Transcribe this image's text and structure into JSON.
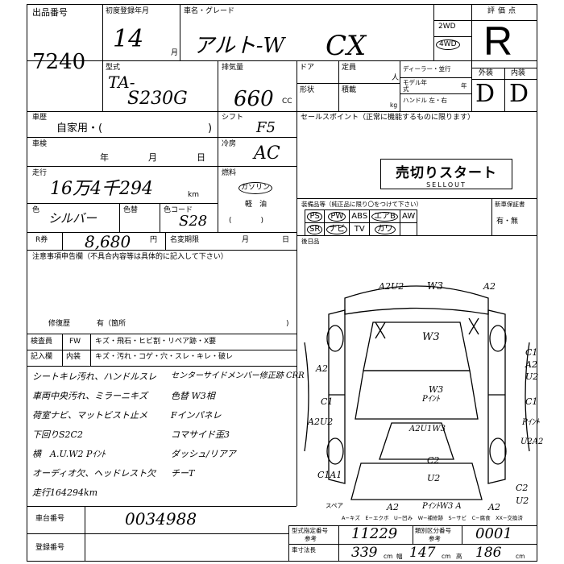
{
  "header": {
    "lot_label": "出品番号",
    "lot_number": "7240",
    "first_reg_label": "初度登録年月",
    "reg_year": "14",
    "month_unit": "月",
    "model_label": "車名・グレード",
    "model_name": "アルト-W",
    "grade": "CX",
    "drive_2wd": "2WD",
    "drive_4wd": "4WD",
    "score_label": "評価点",
    "score": "R",
    "exterior_label": "外装",
    "interior_label": "内装",
    "exterior_grade": "D",
    "interior_grade": "D"
  },
  "row2": {
    "type_label": "型式",
    "type_prefix": "TA-",
    "type_code": "S230G",
    "displacement_label": "排気量",
    "displacement": "660",
    "cc_unit": "CC",
    "door_label": "ドア",
    "capacity_label": "定員",
    "person_unit": "人",
    "shape_label": "形状",
    "load_label": "積載",
    "kg_unit": "kg",
    "dealer_label": "ディーラー・並行",
    "model_year_label": "モデル年式",
    "year_unit": "年",
    "handle_label": "ハンドル 左・右"
  },
  "history": {
    "history_label": "車歴",
    "history_value": "自家用・(",
    "history_close": ")",
    "shift_label": "シフト",
    "shift_value": "F5",
    "sales_label": "セールスポイント（正常に機能するものに限ります）",
    "inspection_label": "車検",
    "year_word": "年",
    "month_word": "月",
    "day_word": "日",
    "ac_label": "冷房",
    "ac_value": "AC",
    "mileage_label": "走行",
    "mileage_value": "16万4千294",
    "km_unit": "km",
    "fuel_label": "燃料",
    "fuel_gasoline": "ガソリン",
    "fuel_light_oil": "軽　油",
    "fuel_paren": "(　　　　)",
    "color_label": "色",
    "color_value": "シルバー",
    "color_change_label": "色替",
    "color_code_label": "色コード",
    "color_code": "S28",
    "recycle_label": "R券",
    "recycle_value": "8,680",
    "yen_unit": "円",
    "name_change_label": "名変期限",
    "month_word2": "月",
    "day_word2": "日",
    "notes_label": "注意事項申告欄（不具合内容等は具体的に記入して下さい）",
    "repair_label": "修復歴",
    "repair_value": "有（箇所",
    "repair_close": ")"
  },
  "stamp": {
    "main": "売切りスタート",
    "sub": "SELLOUT"
  },
  "equipment": {
    "label": "装備品等（純正品に限り〇をつけて下さい）",
    "warranty_label": "新車保証書",
    "warranty_value": "有・無",
    "row1": [
      "PS",
      "PW",
      "ABS",
      "エアB",
      "AW"
    ],
    "row2": [
      "SR",
      "ナビ",
      "TV",
      "カワ",
      ""
    ],
    "circled": [
      "PS",
      "PW",
      "エアB",
      "SR",
      "ナビ",
      "カワ"
    ]
  },
  "diagram": {
    "rear_label": "後日品",
    "spare_label": "スペア",
    "marks": {
      "top_a2u2": "A2U2",
      "top_w3": "W3",
      "top_a2": "A2",
      "roof_w3": "W3",
      "left_a2": "A2",
      "left_c1": "C1",
      "left_a2u2": "A2U2",
      "left_c1a1": "C1A1",
      "center_w3": "W3",
      "center_paint": "Pｲﾝﾄ",
      "center_a2u1w3": "A2U1W3",
      "center_c2": "C2",
      "center_u2": "U2",
      "right_c1": "C1",
      "right_a2": "A2",
      "right_u2": "U2",
      "right_c1b": "C1",
      "right_paint": "Pｲﾝﾄ",
      "right_u2a2": "U2A2",
      "right_c2": "C2",
      "right_u2b": "U2",
      "bottom_a2": "A2",
      "bottom_paint": "PｲﾝﾄW3 A",
      "bottom_a2b": "A2"
    },
    "legend": "A−キズ　E−エクボ　U−凹み　W−補修跡　S−サビ　C−腐食　XX−交換済"
  },
  "inspector": {
    "label1": "検査員",
    "label2": "記入欄",
    "fw_label": "FW",
    "fw_items": "キズ・飛石・ヒビ割・リペア跡・X要",
    "in_label": "内装",
    "in_items": "キズ・汚れ・コゲ・穴・スレ・キレ・破レ"
  },
  "handwritten_notes": {
    "left": [
      "シートキレ汚れ、ハンドルスレ",
      "車両中央汚れ、ミラーニキズ",
      "荷室ナビ、マットビスト止メ",
      "下回りS2C2",
      "横　A.U.W2 Pｲﾝﾄ",
      "オーディオ欠、ヘッドレスト欠",
      "走行164294km"
    ],
    "right": [
      "センターサイドメンバー修正跡 CRR",
      "色替 W3相",
      "Fインパネレ",
      "コマサイド歪3",
      "ダッシュ/リアア",
      "チーT"
    ]
  },
  "footer": {
    "chassis_label": "車台番号",
    "chassis_value": "0034988",
    "registration_label": "登録番号",
    "type_designation_label": "型式指定番号",
    "type_designation_value": "11229",
    "category_label": "類別区分番号",
    "category_value": "0001",
    "reference_label": "参考",
    "reference_label2": "参考",
    "dimension_label": "車寸法長",
    "width_label": "幅",
    "height_label": "高",
    "length_value": "339",
    "width_value": "147",
    "height_value": "186",
    "cm_unit": "cm"
  }
}
